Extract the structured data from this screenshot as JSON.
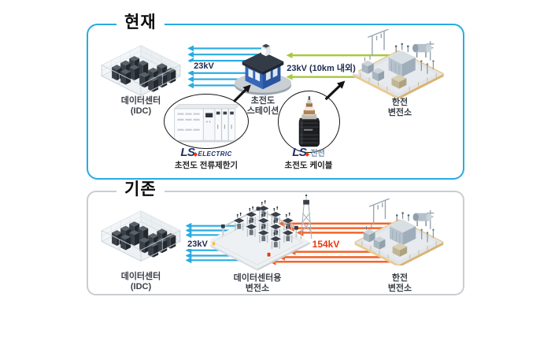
{
  "panel_current": {
    "title": "현재",
    "datacenter": {
      "line1": "데이터센터",
      "line2": "(IDC)"
    },
    "left_flow_label": "23kV",
    "station": {
      "line1": "초전도",
      "line2": "스테이션"
    },
    "right_flow_label": "23kV (10km 내외)",
    "kepco": {
      "line1": "한전",
      "line2": "변전소"
    },
    "limiter_callout": {
      "brand": "LS",
      "brand_suffix": "ELECTRIC",
      "caption": "초전도 전류제한기"
    },
    "cable_callout": {
      "brand": "LS",
      "brand_suffix": "전선",
      "caption": "초전도 케이블"
    }
  },
  "panel_legacy": {
    "title": "기존",
    "datacenter": {
      "line1": "데이터센터",
      "line2": "(IDC)"
    },
    "left_flow_label": "23kV",
    "mid_substation": {
      "line1": "데이터센터용",
      "line2": "변전소"
    },
    "right_flow_label": "154kV",
    "kepco": {
      "line1": "한전",
      "line2": "변전소"
    }
  },
  "colors": {
    "panel_current_border": "#29ABE2",
    "panel_legacy_border": "#C9CDD2",
    "flow_blue": "#29ABE2",
    "flow_green": "#A6C93B",
    "flow_orange": "#F3642C",
    "label_navy": "#1C2A4F",
    "label_red": "#E8380D",
    "brand_navy": "#1B2D6B",
    "brand_accent_red": "#E8380D",
    "brand_cable_gray_blue": "#6E89AC"
  }
}
